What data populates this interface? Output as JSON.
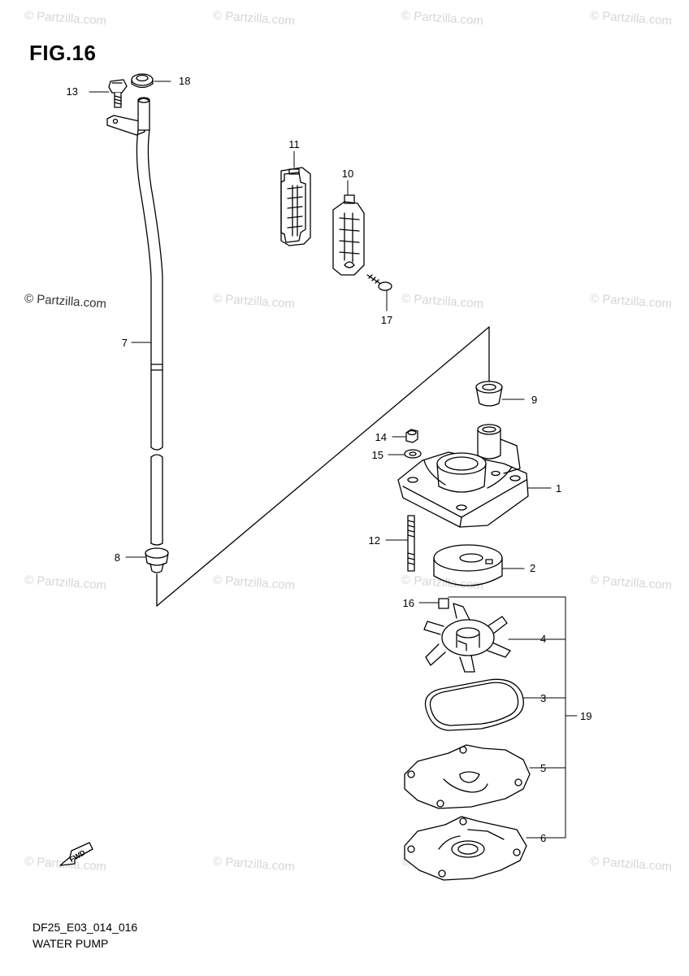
{
  "figure": {
    "title": "FIG.16",
    "code": "DF25_E03_014_016",
    "name": "WATER PUMP"
  },
  "watermark": {
    "text": "© Partzilla.com"
  },
  "fwd_label": "FWD",
  "callouts": [
    "1",
    "2",
    "3",
    "4",
    "5",
    "6",
    "7",
    "8",
    "9",
    "10",
    "11",
    "12",
    "13",
    "14",
    "15",
    "16",
    "17",
    "18",
    "19"
  ]
}
